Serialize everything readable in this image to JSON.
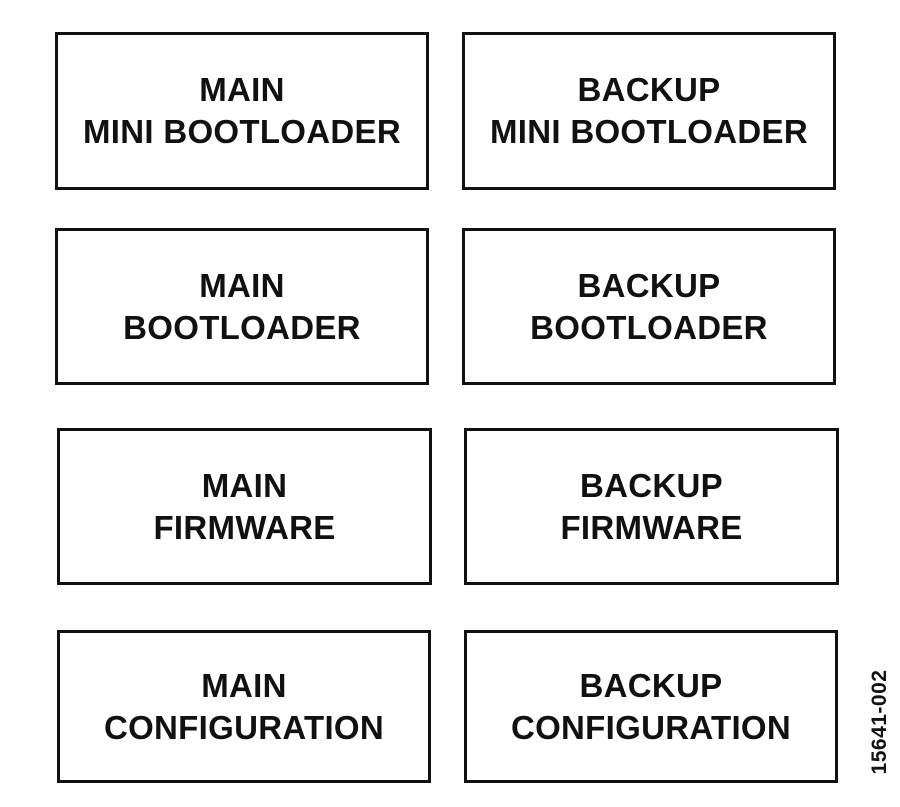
{
  "blocks": [
    {
      "lines": [
        "MAIN",
        "MINI BOOTLOADER"
      ]
    },
    {
      "lines": [
        "BACKUP",
        "MINI BOOTLOADER"
      ]
    },
    {
      "lines": [
        "MAIN",
        "BOOTLOADER"
      ]
    },
    {
      "lines": [
        "BACKUP",
        "BOOTLOADER"
      ]
    },
    {
      "lines": [
        "MAIN",
        "FIRMWARE"
      ]
    },
    {
      "lines": [
        "BACKUP",
        "FIRMWARE"
      ]
    },
    {
      "lines": [
        "MAIN",
        "CONFIGURATION"
      ]
    },
    {
      "lines": [
        "BACKUP",
        "CONFIGURATION"
      ]
    }
  ],
  "figure_id": "15641-002",
  "colors": {
    "border": "#111111",
    "text": "#111111",
    "background": "#ffffff"
  }
}
